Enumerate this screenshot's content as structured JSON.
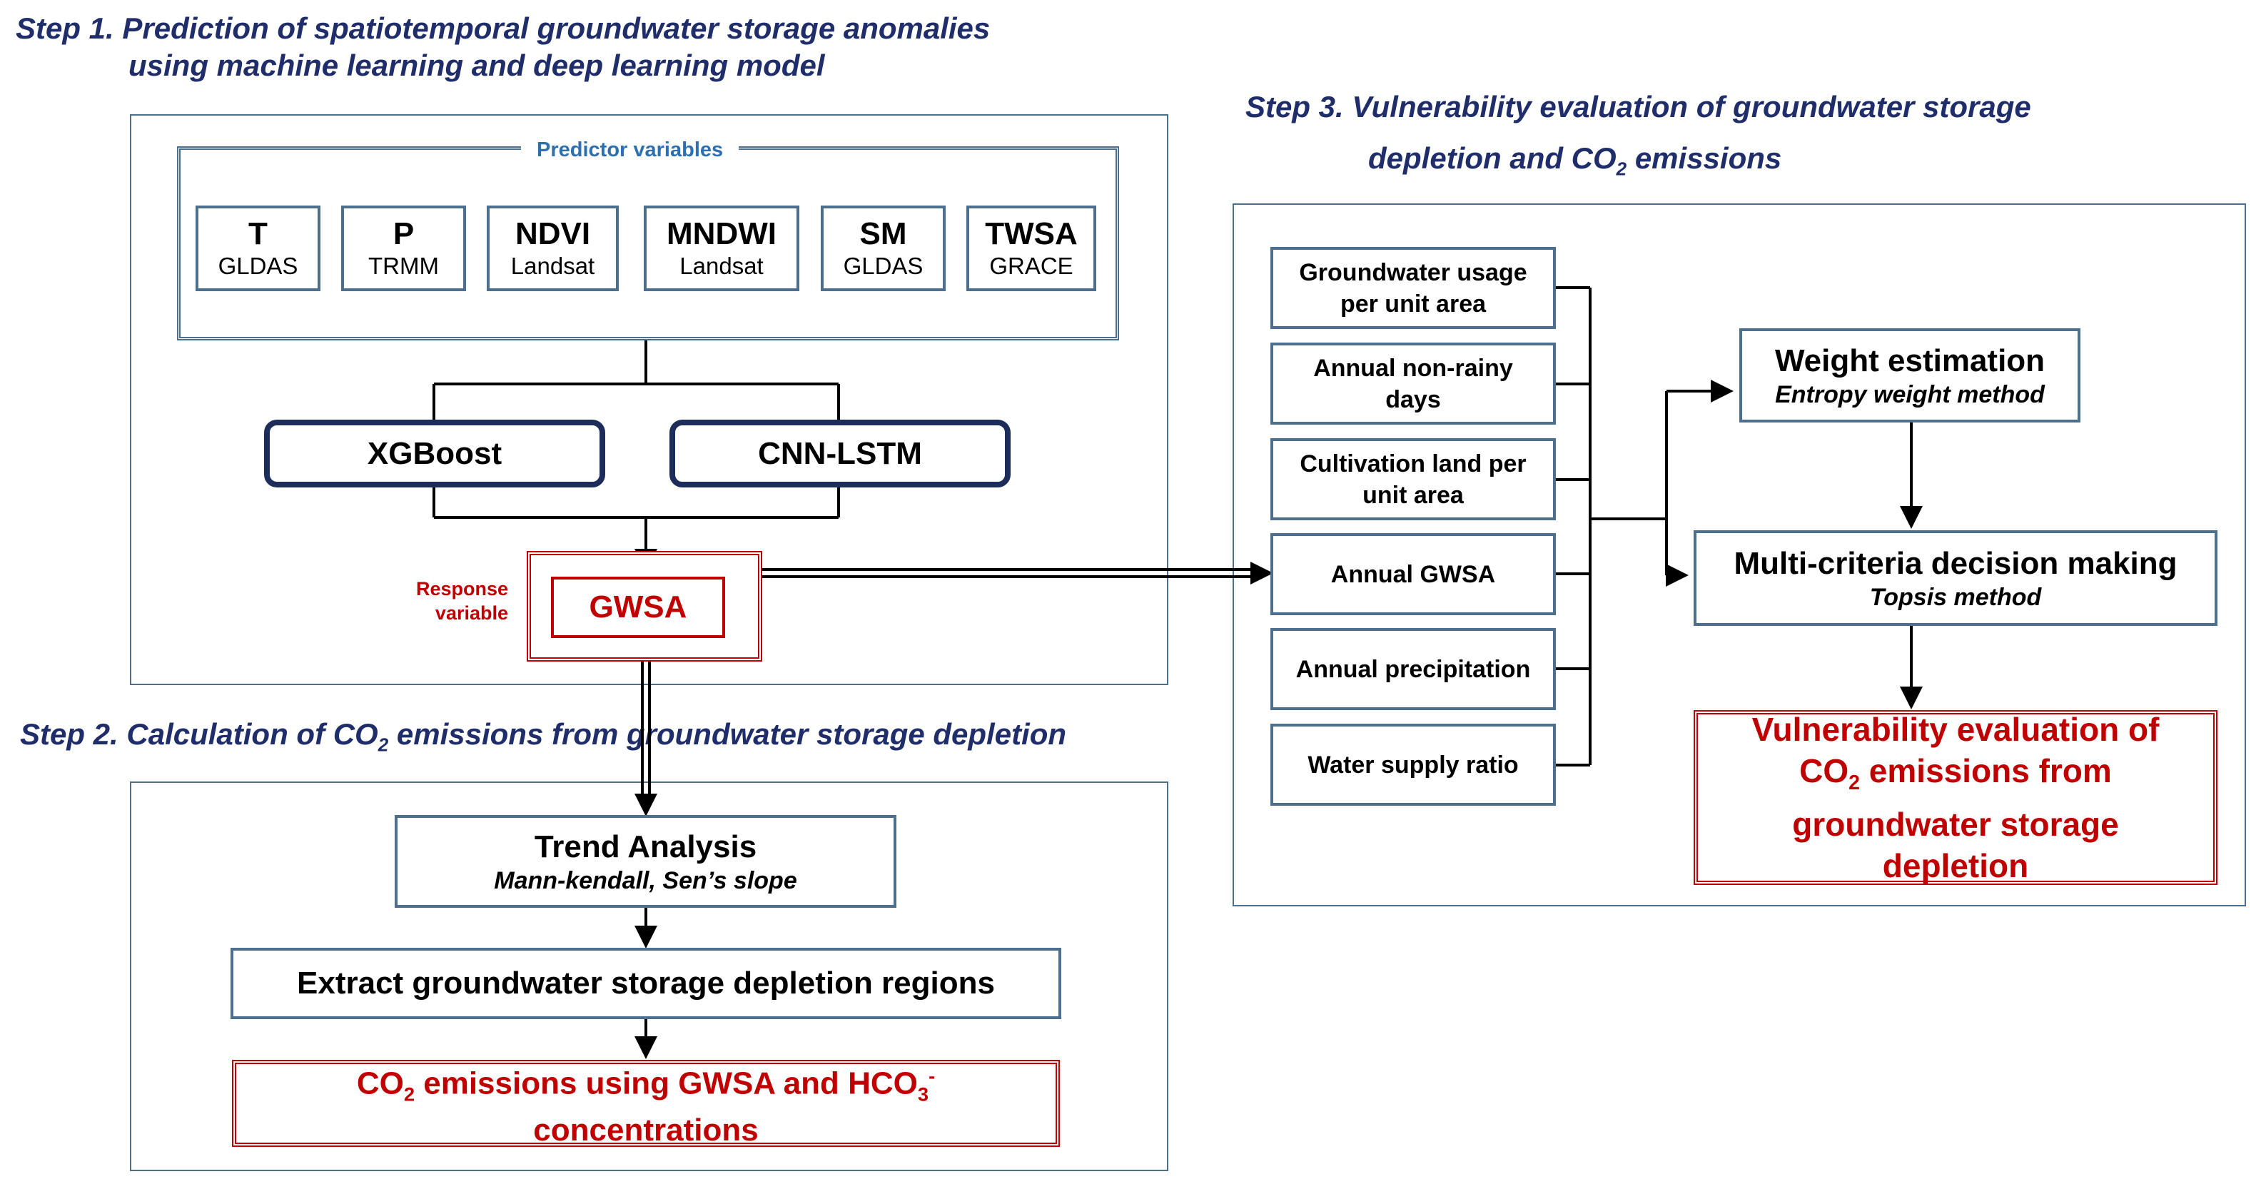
{
  "step1": {
    "title_line1": "Step 1. Prediction of spatiotemporal groundwater storage anomalies",
    "title_line2": "using machine learning and deep learning model",
    "predictor_legend": "Predictor variables",
    "predictors": [
      {
        "name": "T",
        "source": "GLDAS"
      },
      {
        "name": "P",
        "source": "TRMM"
      },
      {
        "name": "NDVI",
        "source": "Landsat"
      },
      {
        "name": "MNDWI",
        "source": "Landsat"
      },
      {
        "name": "SM",
        "source": "GLDAS"
      },
      {
        "name": "TWSA",
        "source": "GRACE"
      }
    ],
    "models": [
      "XGBoost",
      "CNN-LSTM"
    ],
    "response_label_line1": "Response",
    "response_label_line2": "variable",
    "response": "GWSA"
  },
  "step2": {
    "title_pre": "Step 2. Calculation of CO",
    "title_sub": "2",
    "title_post": " emissions from groundwater storage depletion",
    "trend_title": "Trend Analysis",
    "trend_sub": "Mann-kendall, Sen’s slope",
    "extract": "Extract groundwater storage depletion regions",
    "output_pre": "CO",
    "output_sub": "2",
    "output_mid": " emissions using GWSA and HCO",
    "output_sub2": "3",
    "output_sup": "-",
    "output_line2": "concentrations"
  },
  "step3": {
    "title_line1": "Step 3. Vulnerability evaluation of groundwater storage",
    "title_line2_pre": "depletion and CO",
    "title_line2_sub": "2",
    "title_line2_post": " emissions",
    "criteria": [
      {
        "line1": "Groundwater usage",
        "line2": "per unit area"
      },
      {
        "line1": "Annual non-rainy",
        "line2": "days"
      },
      {
        "line1": "Cultivation land per",
        "line2": "unit area"
      },
      {
        "line1": "Annual GWSA",
        "line2": ""
      },
      {
        "line1": "Annual precipitation",
        "line2": ""
      },
      {
        "line1": "Water supply ratio",
        "line2": ""
      }
    ],
    "weight_title": "Weight estimation",
    "weight_sub": "Entropy weight method",
    "mcdm_title": "Multi-criteria decision making",
    "mcdm_sub": "Topsis method",
    "output_line1": "Vulnerability evaluation of",
    "output_line2_pre": "CO",
    "output_line2_sub": "2",
    "output_line2_post": " emissions from",
    "output_line3": "groundwater storage",
    "output_line4": "depletion"
  },
  "colors": {
    "title_navy": "#1f2d6b",
    "box_border": "#4d6f8f",
    "model_border": "#1d2d5b",
    "accent_red": "#c00000",
    "legend_blue": "#2e6fb0"
  }
}
